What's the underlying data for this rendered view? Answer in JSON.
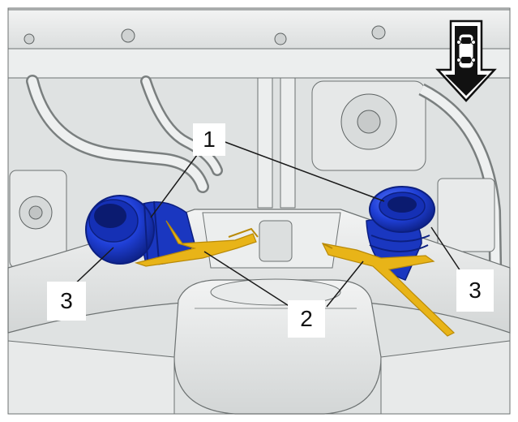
{
  "diagram": {
    "callouts": [
      {
        "id": "c1",
        "label": "1"
      },
      {
        "id": "c2",
        "label": "2"
      },
      {
        "id": "c3-left",
        "label": "3"
      },
      {
        "id": "c3-right",
        "label": "3"
      }
    ],
    "direction_indicator": {
      "icon": "down-arrow-with-vehicle-icon"
    },
    "colors": {
      "hose_blue": "#1f3fd6",
      "hose_blue_dark": "#0f2490",
      "hose_blue_light": "#4a6cf0",
      "ties_yellow": "#e8b418",
      "ties_yellow_dark": "#b98a08",
      "engine_gray": "#e4e6e6",
      "engine_line": "#6d7272",
      "engine_shadow": "#c8cbcb"
    }
  }
}
